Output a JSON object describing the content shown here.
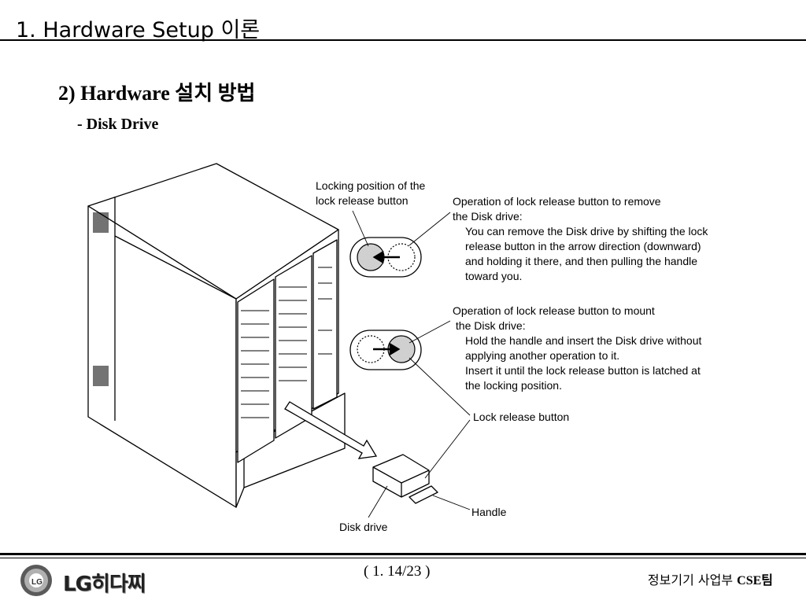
{
  "slide": {
    "title": "1. Hardware Setup 이론",
    "section": "2) Hardware 설치  방법",
    "subsection": "- Disk Drive"
  },
  "labels": {
    "locking_position": [
      "Locking position of the",
      "lock release button"
    ],
    "remove_op": {
      "heading": [
        "Operation of lock release button to remove",
        "the Disk drive:"
      ],
      "body": [
        "You can remove the Disk drive by shifting the lock",
        "release button in the arrow direction (downward)",
        "and holding it there, and then pulling the handle",
        "toward you."
      ]
    },
    "mount_op": {
      "heading": [
        "Operation of lock release button to mount",
        " the Disk drive:"
      ],
      "body": [
        "Hold the handle and insert the Disk drive without",
        "applying another operation to it.",
        "Insert it until the lock release button is latched at",
        "the locking position."
      ]
    },
    "lock_release_button": "Lock release button",
    "handle": "Handle",
    "disk_drive": "Disk drive"
  },
  "footer": {
    "page": "( 1. 14/23 )",
    "dept_korean": "정보기기 사업부 ",
    "dept_team": "CSE팀",
    "logo_text": "LG히다찌",
    "logo_mark": "LG"
  }
}
